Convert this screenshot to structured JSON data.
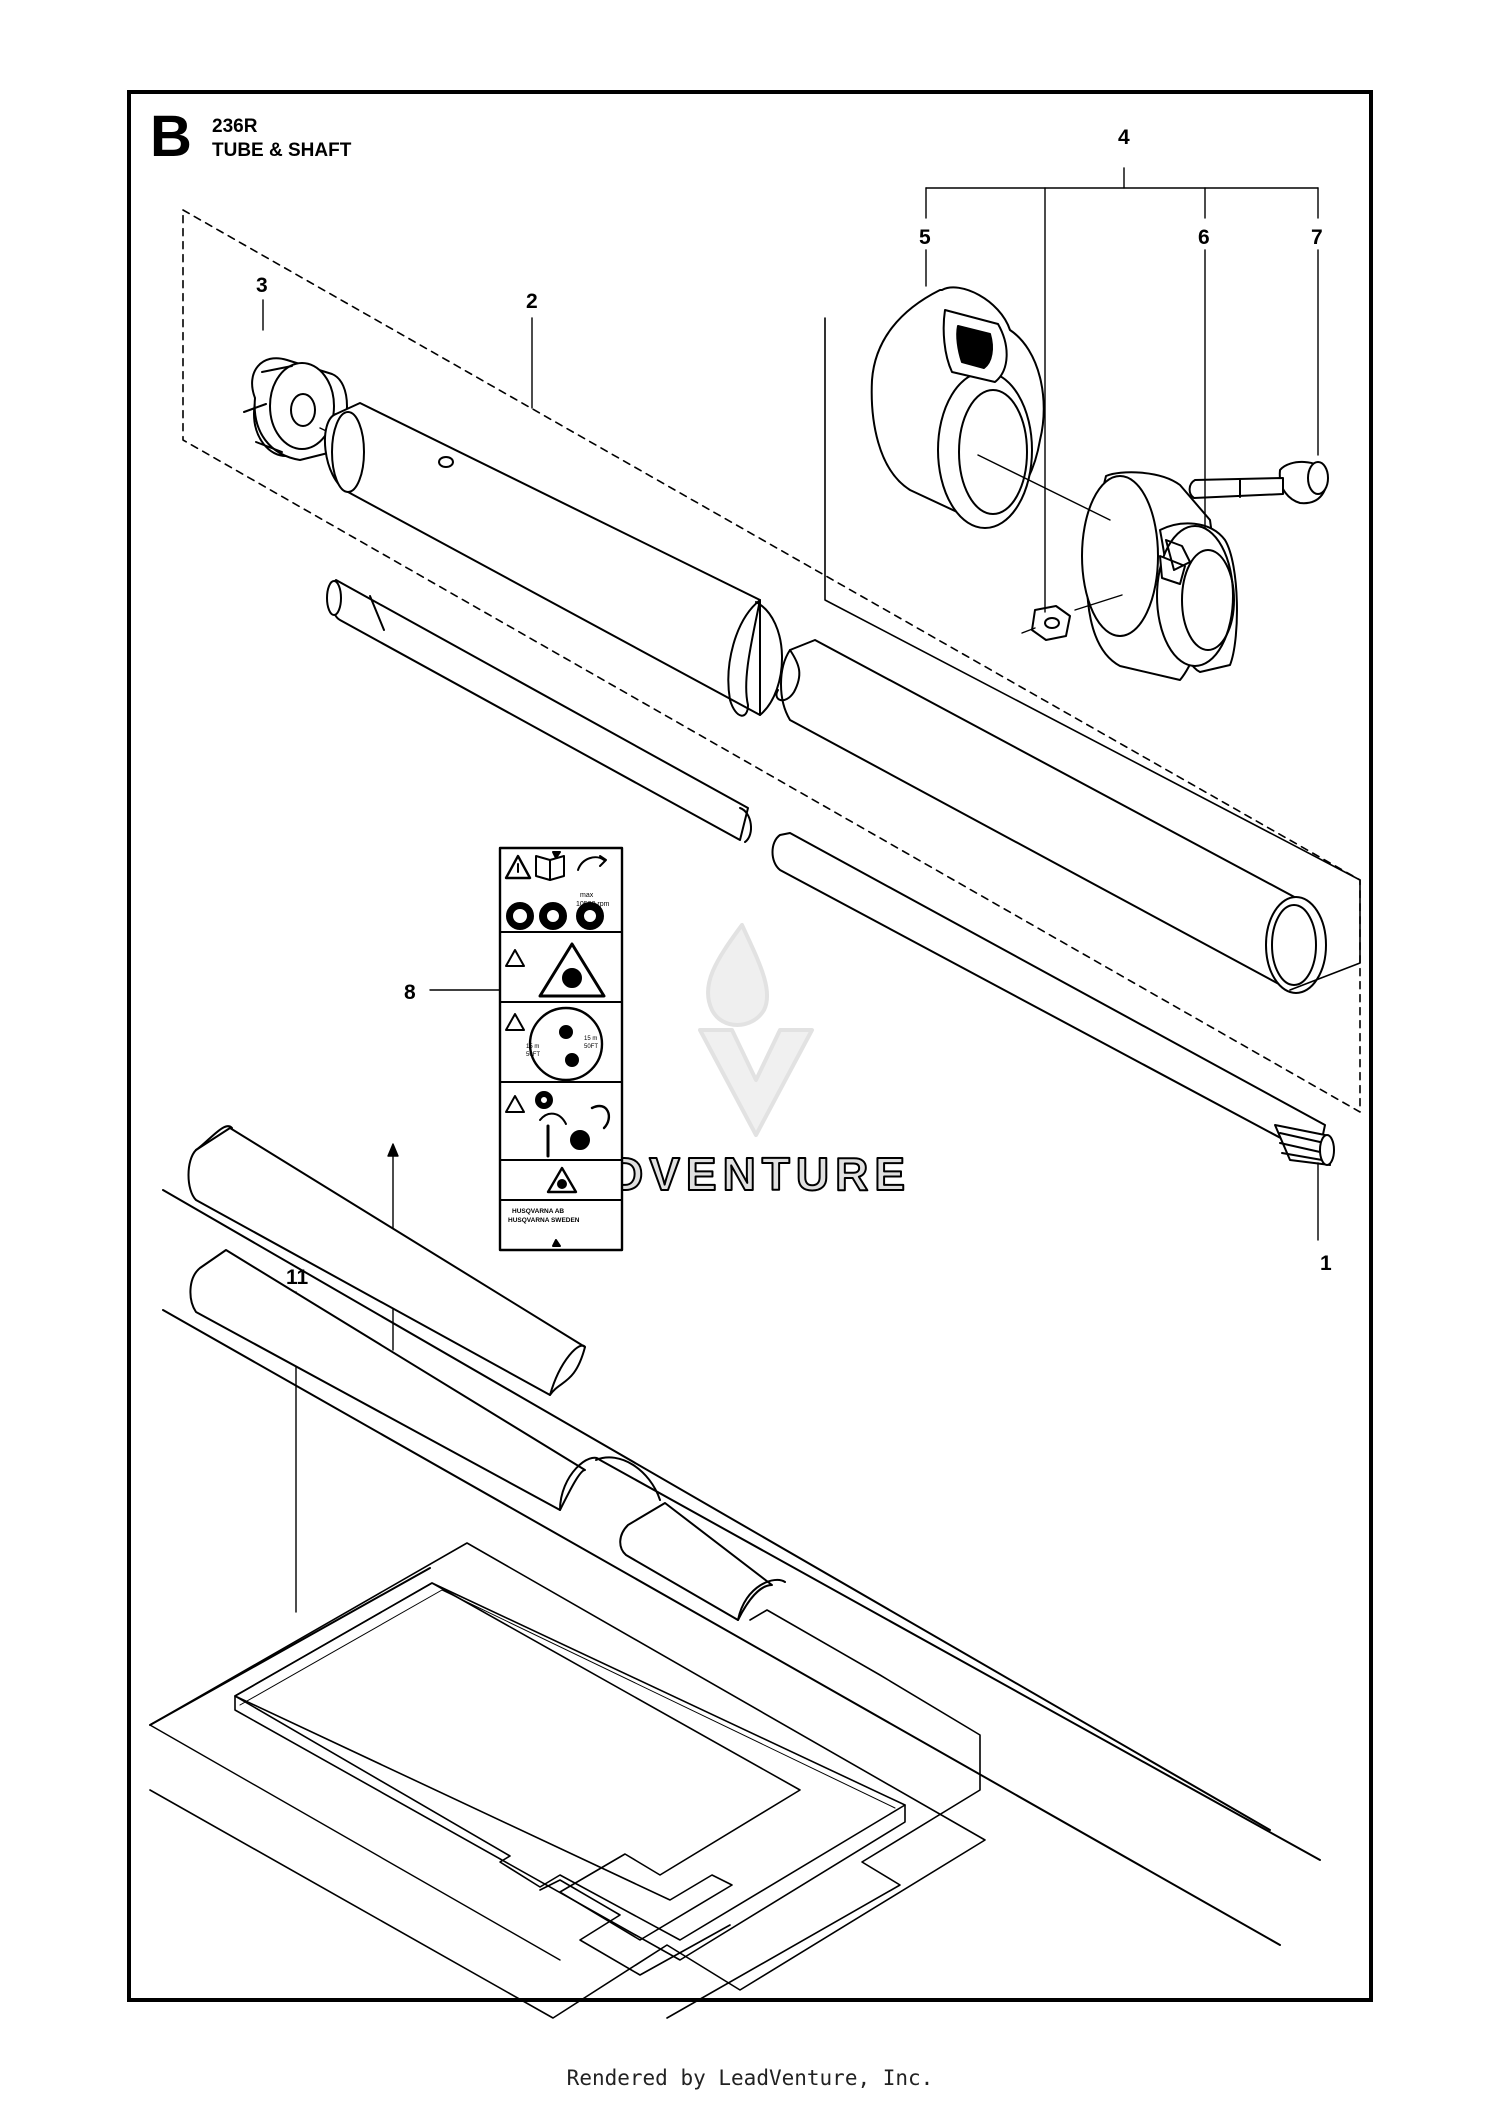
{
  "header": {
    "letter": "B",
    "model": "236R",
    "title": "TUBE & SHAFT"
  },
  "callouts": [
    "1",
    "2",
    "3",
    "4",
    "5",
    "6",
    "7",
    "8",
    "11"
  ],
  "decal": {
    "rpm_top": "max",
    "rpm": "10500 rpm",
    "dist_left": "15 m",
    "dist_left_ft": "50FT",
    "dist_right": "15 m",
    "dist_right_ft": "50FT",
    "brand_line1": "HUSQVARNA AB",
    "brand_line2": "HUSQVARNA SWEDEN"
  },
  "watermark": "LEADVENTURE",
  "footer": "Rendered by LeadVenture, Inc."
}
